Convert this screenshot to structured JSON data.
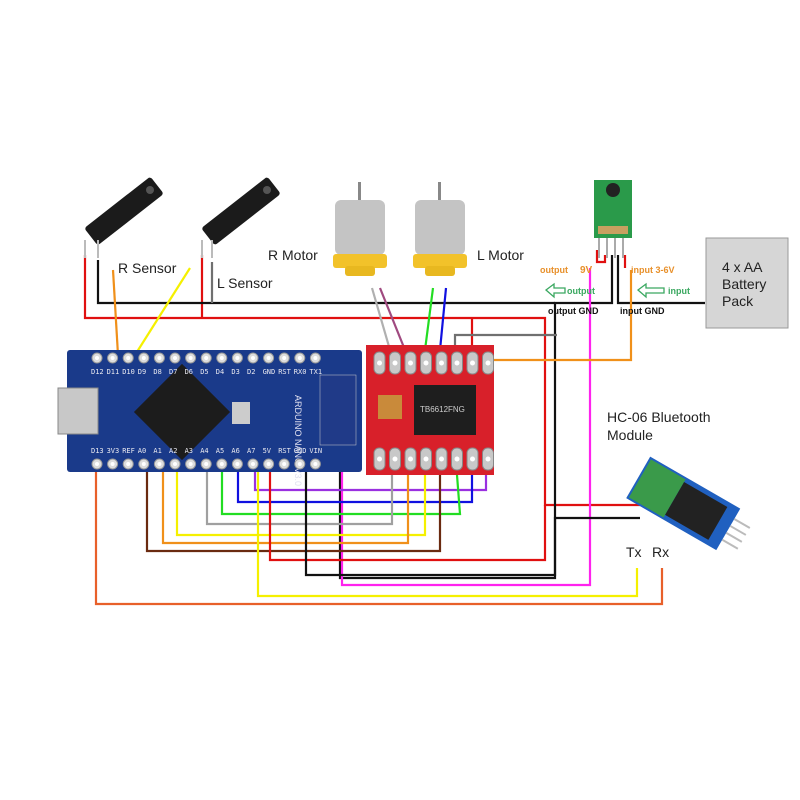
{
  "title": "Line follower robot wiring diagram",
  "components": {
    "r_sensor": {
      "label": "R Sensor"
    },
    "l_sensor": {
      "label": "L Sensor"
    },
    "r_motor": {
      "label": "R Motor"
    },
    "l_motor": {
      "label": "L Motor"
    },
    "battery": {
      "line1": "4 x AA",
      "line2": "Battery",
      "line3": "Pack"
    },
    "boost": {
      "output_label": "output",
      "output_voltage": "9V",
      "input_label": "input 3-6V",
      "output_arrow_label": "output",
      "input_arrow_label": "input",
      "output_gnd": "output GND",
      "input_gnd": "input GND"
    },
    "bluetooth": {
      "line1": "HC-06 Bluetooth",
      "line2": "Module",
      "tx": "Tx",
      "rx": "Rx"
    },
    "arduino": {
      "name": "ARDUINO NANO V3.0",
      "top_pins": [
        "D12",
        "D11",
        "D10",
        "D9",
        "D8",
        "D7",
        "D6",
        "D5",
        "D4",
        "D3",
        "D2",
        "GND",
        "RST",
        "RX0",
        "TX1"
      ],
      "bottom_pins": [
        "D13",
        "3V3",
        "REF",
        "A0",
        "A1",
        "A2",
        "A3",
        "A4",
        "A5",
        "A6",
        "A7",
        "5V",
        "RST",
        "GND",
        "VIN"
      ]
    },
    "driver": {
      "chip": "TB6612FNG"
    }
  },
  "colors": {
    "red": "#e01010",
    "black": "#111111",
    "orange": "#f0901a",
    "yellow": "#f5f000",
    "gray": "#a0a0a0",
    "purple_brown": "#a04a80",
    "green": "#22dd22",
    "blue": "#1010e0",
    "violet": "#9a30e0",
    "brown": "#6a2a10",
    "magenta": "#ff22ee",
    "orange_red": "#e8602a",
    "dark_gray": "#707070",
    "output_text": "#e8902a",
    "arrow_green": "#3aa860",
    "nano_blue": "#1a3a8a",
    "driver_red": "#d8202a"
  }
}
